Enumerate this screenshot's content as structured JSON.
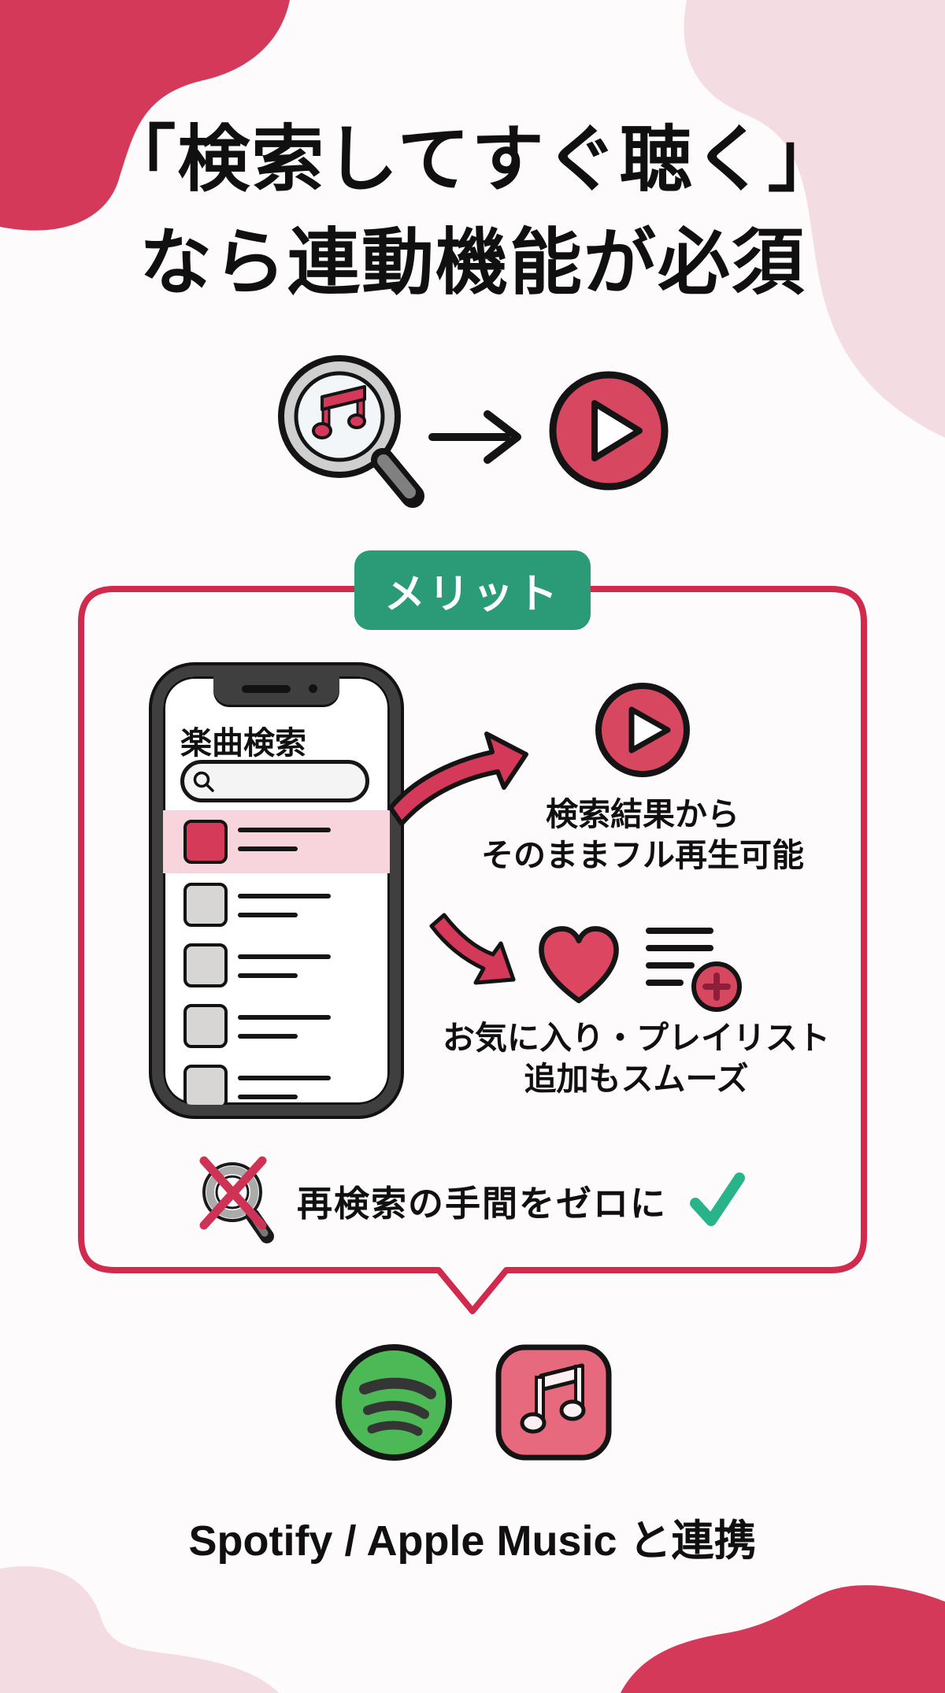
{
  "title": {
    "line1": "「検索してすぐ聴く」",
    "line2": "なら連動機能が必須"
  },
  "hero": {
    "icons": [
      "music-search-icon",
      "arrow-right-icon",
      "play-icon"
    ]
  },
  "merit_badge": {
    "label": "メリット"
  },
  "phone": {
    "app_title": "楽曲検索",
    "search_bar": {
      "icon": "search-icon",
      "value": ""
    },
    "result_rows": 5,
    "highlighted_row_index": 1
  },
  "benefits": [
    {
      "icon": "play-icon",
      "line1": "検索結果から",
      "line2": "そのままフル再生可能"
    },
    {
      "icons": [
        "heart-icon",
        "playlist-add-icon"
      ],
      "line1": "お気に入り・プレイリスト",
      "line2": "追加もスムーズ"
    }
  ],
  "zero_note": {
    "icon": "no-research-icon",
    "label": "再検索の手間をゼロに",
    "check_icon": "check-icon"
  },
  "services": {
    "icons": [
      "spotify-icon",
      "apple-music-icon"
    ],
    "caption": "Spotify / Apple Music と連携"
  },
  "colors": {
    "accent_red": "#d5395a",
    "box_border": "#d02a4d",
    "badge_green": "#2b9b77",
    "check_green": "#28b38a",
    "spotify_green": "#4db956",
    "apple_music_red": "#e7697e",
    "highlight_pink": "#f8d5dd",
    "blob_pink": "#f3dce2",
    "phone_frame": "#3f3f3f",
    "background": "#fdfbfc"
  }
}
